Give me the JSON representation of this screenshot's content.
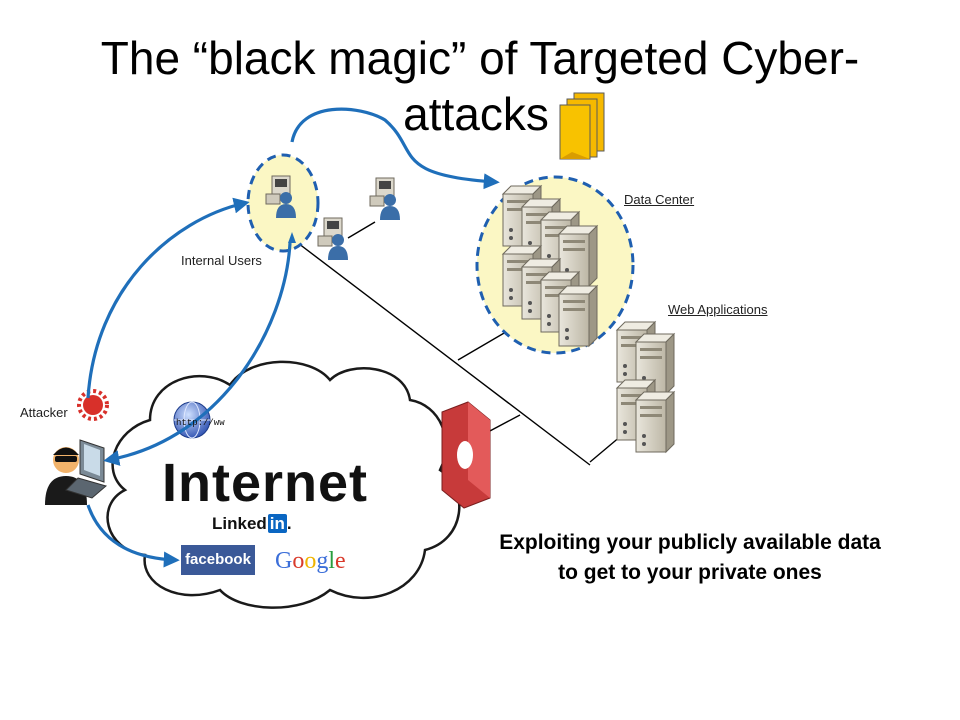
{
  "slide": {
    "title_line1": "The “black magic” of Targeted Cyber-",
    "title_line2": "attacks",
    "caption_line1": "Exploiting your publicly available data",
    "caption_line2": "to get to your private ones"
  },
  "labels": {
    "internal_users": "Internal Users",
    "data_center": "Data Center",
    "web_applications": "Web Applications",
    "attacker": "Attacker",
    "internet": "Internet",
    "linkedin_text": "Linked",
    "linkedin_in": "in",
    "linkedin_dot": ".",
    "facebook": "facebook",
    "google_letters": [
      "G",
      "o",
      "o",
      "g",
      "l",
      "e"
    ],
    "url_fragment": "http://ww"
  },
  "colors": {
    "arrow": "#1f6fba",
    "dashed_ring": "#1f5fb0",
    "highlight_fill": "#fbf7c4",
    "firewall": "#d94545",
    "facebook_bg": "#3b5998",
    "linkedin_bg": "#0a66c2",
    "google": [
      "#3c6fd9",
      "#d93a2b",
      "#f0b400",
      "#3c6fd9",
      "#2a9d3f",
      "#d93a2b"
    ]
  },
  "icons": [
    "documents-icon",
    "workstation-user-icon",
    "server-rack-icon",
    "firewall-icon",
    "globe-icon",
    "attacker-icon",
    "laptop-icon",
    "virus-icon",
    "cloud-icon"
  ]
}
